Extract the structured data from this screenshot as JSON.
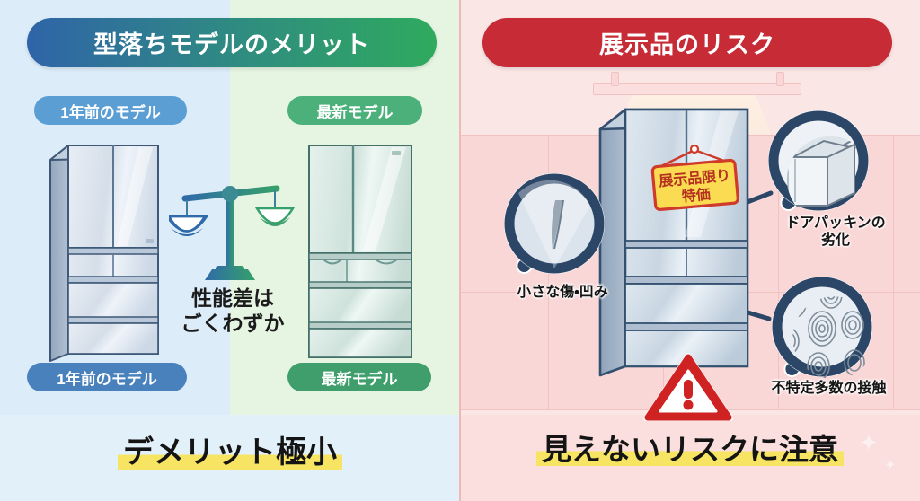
{
  "left": {
    "title": "型落ちモデルのメリット",
    "tag_old_top": "1年前のモデル",
    "tag_new_top": "最新モデル",
    "tag_old_bottom": "1年前のモデル",
    "tag_new_bottom": "最新モデル",
    "center_caption_line1": "性能差は",
    "center_caption_line2": "ごくわずか",
    "footer": "デメリット極小",
    "icon_scale": "balance-scale-icon",
    "fridge_old": "refrigerator-old-model",
    "fridge_new": "refrigerator-new-model",
    "colors": {
      "bg_blue": "#dcecf8",
      "bg_green": "#e6f5e2",
      "tag_blue": "#5b9ed4",
      "tag_green": "#4cb07a",
      "title_gradient_start": "#2f64a8",
      "title_gradient_end": "#2faa5e",
      "highlight": "#f7e463"
    }
  },
  "right": {
    "title": "展示品のリスク",
    "price_tag_line1": "展示品限り",
    "price_tag_line2": "特価",
    "label_scratch": "小さな傷・凹み",
    "label_packing_line1": "ドアパッキンの",
    "label_packing_line2": "劣化",
    "label_touch": "不特定多数の接触",
    "footer": "見えないリスクに注意",
    "icon_warning": "warning-triangle-icon",
    "icon_mag_scratch": "magnifier-scratch-icon",
    "icon_mag_packing": "magnifier-door-gasket-icon",
    "icon_mag_fingerprint": "magnifier-fingerprint-icon",
    "fridge_display": "refrigerator-display-unit",
    "colors": {
      "bg_pink": "#fbe6e6",
      "title_red": "#c62b36",
      "tag_yellow": "#fbdb52",
      "tag_border_red": "#cf3a2a",
      "magnifier_navy": "#2b4667",
      "warning_red": "#cf2222",
      "highlight": "#f7e463"
    }
  }
}
